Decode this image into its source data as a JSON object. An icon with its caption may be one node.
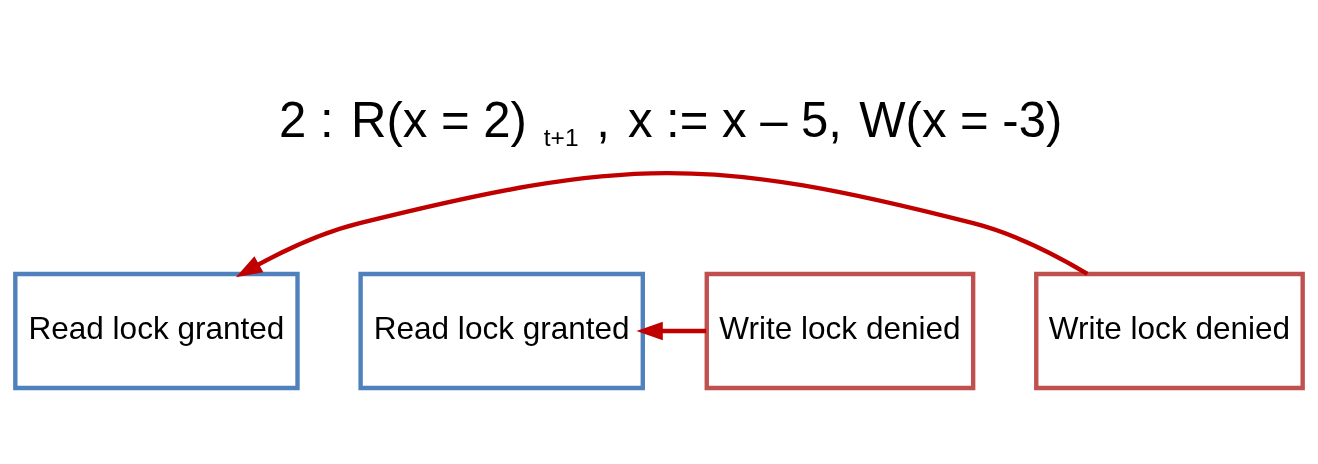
{
  "diagram": {
    "nodes": [
      {
        "text": [
          "Read lock granted"
        ]
      },
      {
        "text": [
          "Read lock granted"
        ]
      },
      {
        "text": [
          "Write lock denied"
        ]
      },
      {
        "text": [
          "Write lock denied"
        ]
      }
    ],
    "edges": [
      {
        "from": 2,
        "to": 1,
        "arrow": "to",
        "color": "#c00000"
      },
      {
        "from": 3,
        "to": 0,
        "arrow": "to",
        "color": "#c00000"
      }
    ],
    "labels": [
      "2 :",
      "R(x = 2)",
      "t+1",
      ",",
      "x := x – 5,",
      "W(x = -3)"
    ]
  }
}
